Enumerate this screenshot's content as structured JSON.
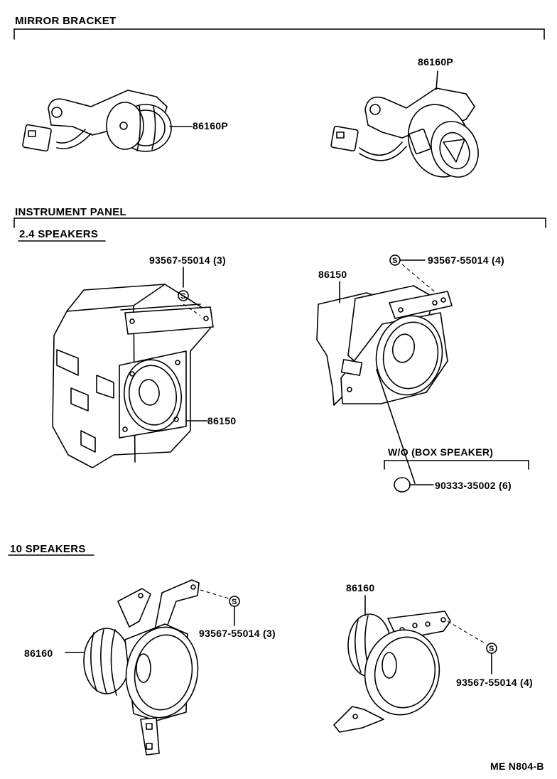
{
  "sections": {
    "mirror_bracket": "MIRROR BRACKET",
    "instrument_panel": "INSTRUMENT PANEL",
    "speakers_24": "2.4 SPEAKERS",
    "speakers_10": "10 SPEAKERS",
    "wo_box_speaker": "W/O (BOX SPEAKER)"
  },
  "part_numbers": {
    "mirror_left": "86160P",
    "mirror_right": "86160P",
    "panel_left_screw": "93567-55014 (3)",
    "panel_left_speaker": "86150",
    "panel_right_screw": "93567-55014 (4)",
    "panel_right_speaker": "86150",
    "panel_right_clip": "90333-35002 (6)",
    "ten_left_speaker": "86160",
    "ten_left_screw": "93567-55014 (3)",
    "ten_right_speaker": "86160",
    "ten_right_screw": "93567-55014 (4)"
  },
  "symbols": {
    "screw_mark": "S"
  },
  "diagram_code": "ME N804-B"
}
